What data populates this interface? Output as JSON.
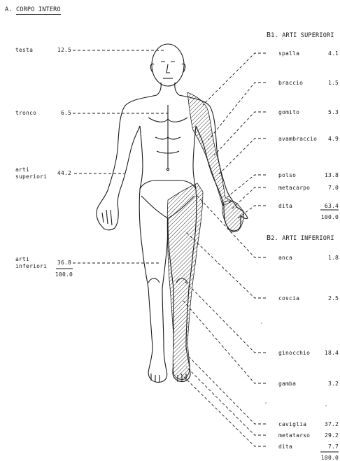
{
  "section_a": {
    "letter": "A.",
    "title": "CORPO INTERO",
    "items": [
      {
        "label": "testa",
        "value": "12.5"
      },
      {
        "label": "tronco",
        "value": "6.5"
      },
      {
        "label": "arti",
        "label2": "superiori",
        "value": "44.2"
      },
      {
        "label": "arti",
        "label2": "inferiori",
        "value": "36.8"
      }
    ],
    "total": "100.0"
  },
  "section_b1": {
    "letter": "B",
    "sub": "1.",
    "title": "ARTI SUPERIORI",
    "items": [
      {
        "label": "spalla",
        "value": "4.1"
      },
      {
        "label": "braccio",
        "value": "1.5"
      },
      {
        "label": "gomito",
        "value": "5.3"
      },
      {
        "label": "avambraccio",
        "value": "4.9"
      },
      {
        "label": "polso",
        "value": "13.8"
      },
      {
        "label": "metacarpo",
        "value": "7.0"
      },
      {
        "label": "dita",
        "value": "63.4"
      }
    ],
    "total": "100.0"
  },
  "section_b2": {
    "letter": "B",
    "sub": "2.",
    "title": "ARTI INFERIORI",
    "items": [
      {
        "label": "anca",
        "value": "1.8"
      },
      {
        "label": "coscia",
        "value": "2.5"
      },
      {
        "label": "ginocchio",
        "value": "18.4"
      },
      {
        "label": "gamba",
        "value": "3.2"
      },
      {
        "label": "caviglia",
        "value": "37.2"
      },
      {
        "label": "metatarso",
        "value": "29.2"
      },
      {
        "label": "dita",
        "value": "7.7"
      }
    ],
    "total": "100.0"
  }
}
